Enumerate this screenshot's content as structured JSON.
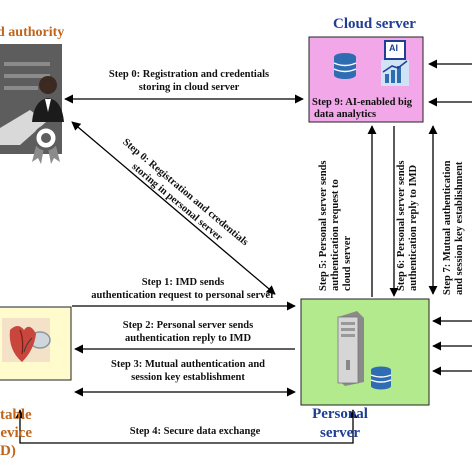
{
  "entities": {
    "trusted_authority": "d authority",
    "cloud_server": "Cloud server",
    "personal_server": [
      "Personal",
      "server"
    ],
    "imd": [
      "table",
      "device",
      "D)"
    ]
  },
  "cloud_box": {
    "icon_label": "AI",
    "step9": [
      "Step 9: AI-enabled big",
      "data analytics"
    ]
  },
  "steps": {
    "step0_cloud": [
      "Step 0: Registration and credentials",
      "storing in cloud server"
    ],
    "step0_personal": [
      "Step 0: Registration and credentials",
      "storing in personal server"
    ],
    "step1": [
      "Step 1: IMD sends",
      "authentication request to personal server"
    ],
    "step2": [
      "Step 2: Personal server sends",
      "authentication reply to IMD"
    ],
    "step3": [
      "Step 3: Mutual authentication and",
      "session key establishment"
    ],
    "step4": "Step 4: Secure data exchange",
    "step5": [
      "Step 5: Personal server sends",
      "authentication request to",
      "cloud server"
    ],
    "step6": [
      "Step 6: Personal server sends",
      "authentication reply to IMD"
    ],
    "step7": [
      "Step 7: Mutual authentication",
      "and session key establishment"
    ]
  },
  "colors": {
    "cloud_box_fill": "#f2a8e8",
    "personal_box_fill": "#b4ea8e",
    "imd_box_fill": "#fffbcc",
    "orange_title": "#c0661c",
    "blue_title": "#1f3e94",
    "authority_box": "#5d5d5d"
  }
}
